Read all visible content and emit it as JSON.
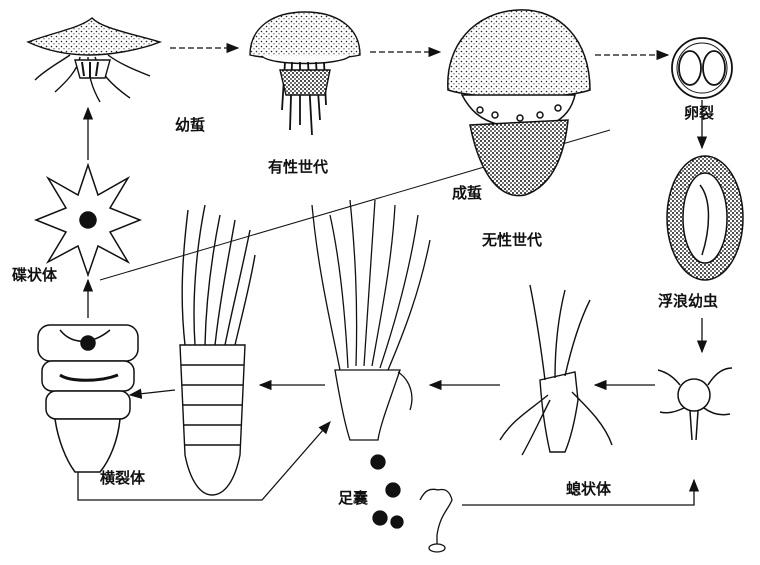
{
  "labels": {
    "ephyra_young": "幼蜇",
    "sexual_generation": "有性世代",
    "adult": "成蜇",
    "asexual_generation": "无性世代",
    "cleavage": "卵裂",
    "planula": "浮浪幼虫",
    "ephyra_disc": "碟状体",
    "strobila": "横裂体",
    "podocyst": "足囊",
    "polyp": "螅状体"
  }
}
